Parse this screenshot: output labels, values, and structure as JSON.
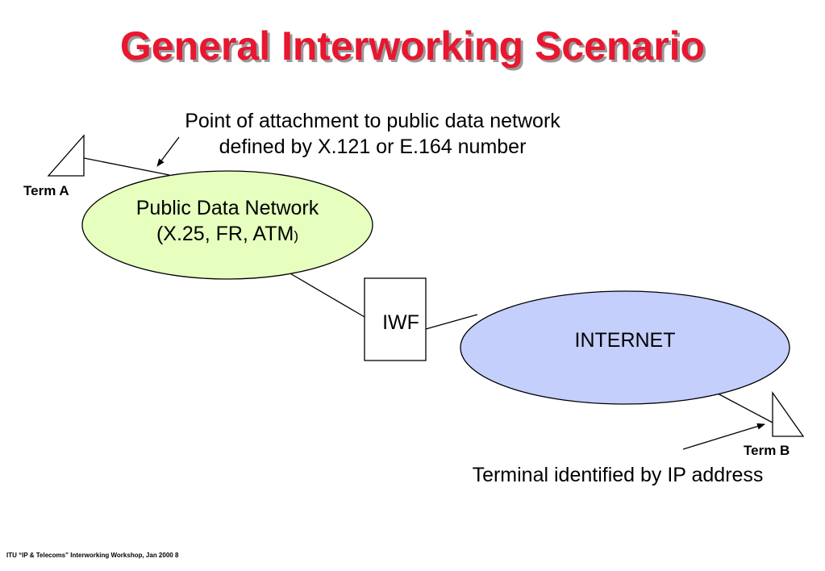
{
  "slide": {
    "title": "General Interworking Scenario",
    "footer": "ITU “IP & Telecoms” Interworking Workshop,  Jan 2000  8"
  },
  "annotations": {
    "attachment_line1": "Point of attachment to public data network",
    "attachment_line2": "defined by X.121 or E.164 number",
    "terminal_ip": "Terminal identified by IP address"
  },
  "terminals": {
    "term_a": "Term A",
    "term_b": "Term B"
  },
  "nodes": {
    "pdn_line1": "Public Data Network",
    "pdn_line2_main": "(X.25, FR, ATM",
    "pdn_line2_close": ")",
    "iwf": "IWF",
    "internet": "INTERNET"
  },
  "colors": {
    "title": "#e8162f",
    "title_shadow": "#9a9a9a",
    "pdn_fill": "#e6ffbf",
    "internet_fill": "#c4cffb",
    "stroke": "#000000"
  }
}
